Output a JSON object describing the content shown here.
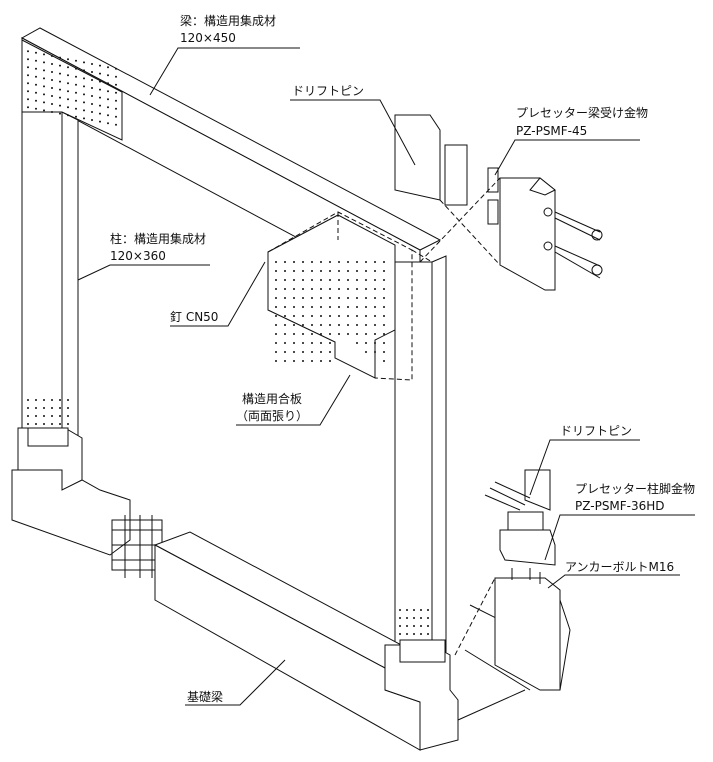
{
  "labels": {
    "beam_title": "梁：構造用集成材",
    "beam_size": "120×450",
    "drift_pin_top": "ドリフトピン",
    "beam_hardware_title": "プレセッター梁受け金物",
    "beam_hardware_model": "PZ-PSMF-45",
    "column_title": "柱：構造用集成材",
    "column_size": "120×360",
    "nail": "釘 CN50",
    "plywood_title": "構造用合板",
    "plywood_note": "（両面張り）",
    "drift_pin_bottom": "ドリフトピン",
    "column_base_title": "プレセッター柱脚金物",
    "column_base_model": "PZ-PSMF-36HD",
    "anchor_bolt": "アンカーボルトM16",
    "foundation_beam": "基礎梁"
  }
}
